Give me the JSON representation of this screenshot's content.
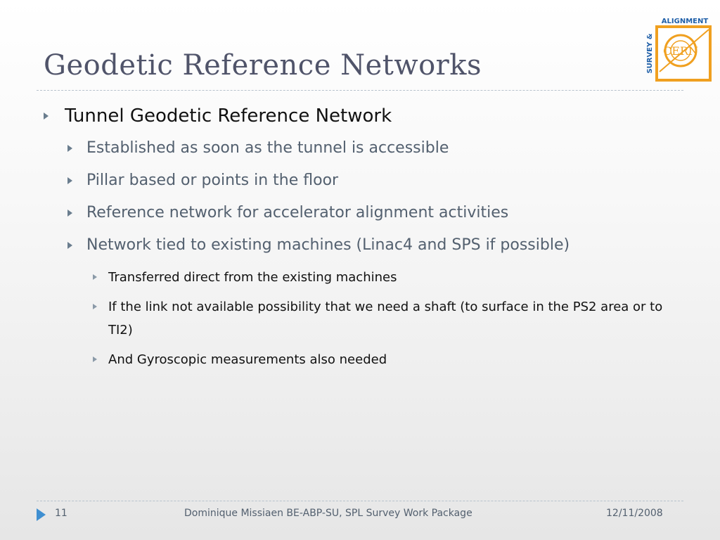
{
  "slide": {
    "title": "Geodetic Reference Networks",
    "bullets": [
      {
        "level": 1,
        "text": "Tunnel Geodetic Reference Network"
      },
      {
        "level": 2,
        "text": "Established as soon as the tunnel is accessible"
      },
      {
        "level": 2,
        "text": "Pillar based  or points in the floor"
      },
      {
        "level": 2,
        "text": "Reference network for accelerator alignment activities"
      },
      {
        "level": 2,
        "text": "Network tied to existing machines (Linac4 and SPS if possible)"
      },
      {
        "level": 3,
        "text": "Transferred direct from the existing machines"
      },
      {
        "level": 3,
        "text": "If the link not available possibility that we need a shaft (to surface in the PS2 area or to TI2)"
      },
      {
        "level": 3,
        "text": "And Gyroscopic measurements also needed"
      }
    ]
  },
  "logo": {
    "word_top": "ALIGNMENT",
    "word_side": "SURVEY &",
    "inner": "CERN",
    "colors": {
      "blue": "#1f5fa8",
      "orange": "#f0a020"
    }
  },
  "footer": {
    "page_number": "11",
    "center_text": "Dominique  Missiaen BE-ABP-SU,  SPL Survey Work Package",
    "date": "12/11/2008"
  },
  "colors": {
    "title": "#50546a",
    "bullet_arrow": "#6a7d8e",
    "slide_arrow": "#3f8fd1"
  }
}
